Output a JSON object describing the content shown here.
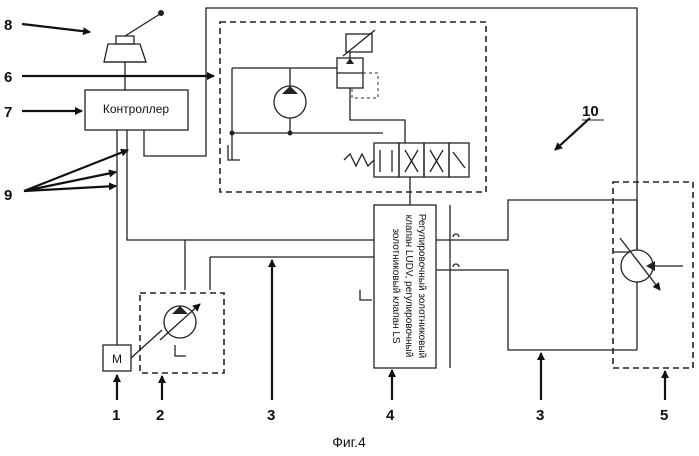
{
  "controller_label": "Контроллер",
  "valve_label_line1": "Регулировочный золотниковый",
  "valve_label_line2": "клапан LUDV, регулировочный",
  "valve_label_line3": "золотниковый клапан LS",
  "figure_caption": "Фиг.4",
  "labels": {
    "l8": "8",
    "l6": "6",
    "l7": "7",
    "l9": "9",
    "l10": "10",
    "b1": "1",
    "b2": "2",
    "b3a": "3",
    "b4": "4",
    "b3b": "3",
    "b5": "5"
  }
}
